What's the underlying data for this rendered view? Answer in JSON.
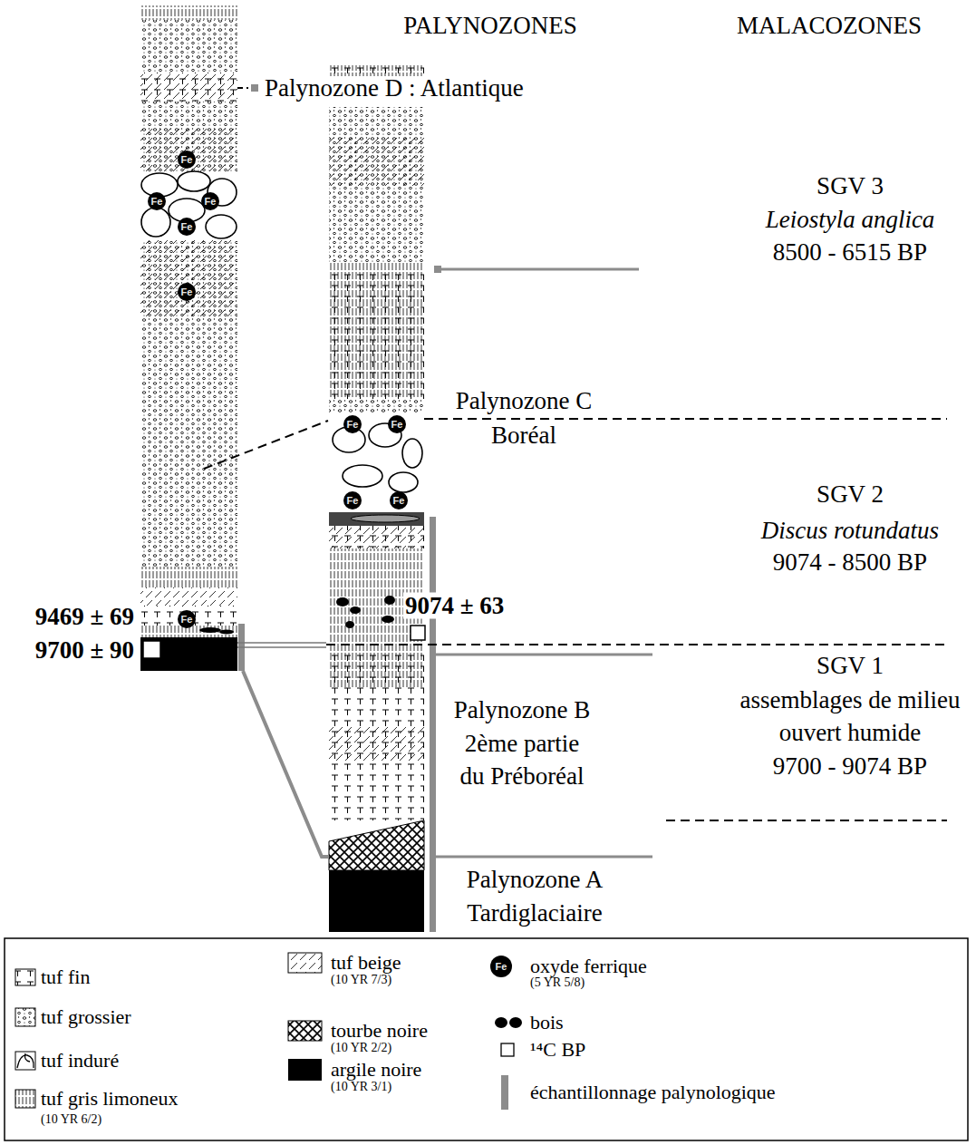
{
  "diagram": {
    "labels": [
      "PALYNOZONES",
      "MALACOZONES",
      "Palynozone D : Atlantique",
      "SGV 3",
      "Leiostyla anglica",
      "8500 - 6515 BP",
      "Palynozone C",
      "Boréal",
      "SGV 2",
      "Discus rotundatus",
      "9074 - 8500 BP",
      "9469 ± 69",
      "9074 ± 63",
      "9700 ± 90",
      "SGV 1",
      "assemblages de milieu ouvert humide",
      "9700 - 9074 BP",
      "Palynozone B",
      "2ème partie du Préboréal",
      "Palynozone A",
      "Tardiglaciaire",
      "Fe",
      "Fe",
      "Fe",
      "Fe",
      "Fe",
      "Fe",
      "Fe",
      "Fe",
      "Fe",
      "Fe",
      "Fe",
      "(10 YR 6/2)",
      "(10 YR 7/3)",
      "(10 YR 2/2)",
      "(10 YR 3/1)",
      "(5 YR 5/8)"
    ],
    "legend": [
      {
        "text": "tuf fin"
      },
      {
        "text": "tuf grossier"
      },
      {
        "text": "tuf induré"
      },
      {
        "text": "tuf gris limoneux"
      },
      {
        "text": "tuf beige"
      },
      {
        "text": "tourbe noire"
      },
      {
        "text": "argile noire",
        "color": "#000000"
      },
      {
        "text": "oxyde ferrique"
      },
      {
        "text": "bois"
      },
      {
        "text": "¹⁴C BP"
      },
      {
        "text": "échantillonnage palynologique",
        "color": "#8c8c8c"
      }
    ]
  }
}
